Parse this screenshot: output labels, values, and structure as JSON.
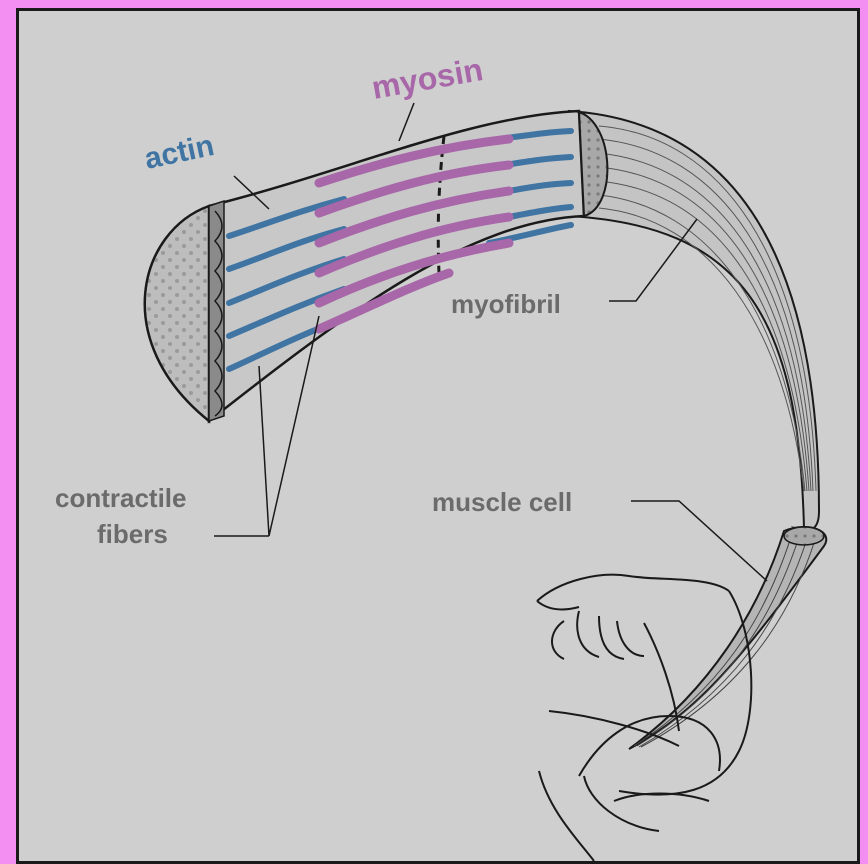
{
  "labels": {
    "actin": "actin",
    "myosin": "myosin",
    "myofibril": "myofibril",
    "contractile_line1": "contractile",
    "contractile_line2": "fibers",
    "muscle_cell": "muscle cell"
  },
  "colors": {
    "page_background": "#f38ff3",
    "panel_background": "#cfcfcf",
    "actin": "#3f74a3",
    "myosin": "#a867a8",
    "label_gray": "#6b6b6b",
    "outline": "#1a1a1a"
  }
}
